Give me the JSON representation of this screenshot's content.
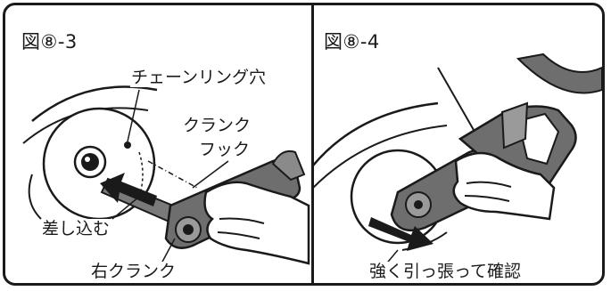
{
  "figures": [
    {
      "label": "図⑧-3",
      "callouts": {
        "chainring_hole": "チェーンリング穴",
        "crank_hook_line1": "クランク",
        "crank_hook_line2": "フック",
        "insert": "差し込む",
        "right_crank": "右クランク"
      }
    },
    {
      "label": "図⑧-4",
      "callouts": {
        "pull_check": "強く引っ張って確認"
      }
    }
  ],
  "colors": {
    "ink": "#1a1a1a",
    "tool_gray": "#6e6e6e",
    "tool_light": "#9a9a9a",
    "paper": "#ffffff"
  }
}
